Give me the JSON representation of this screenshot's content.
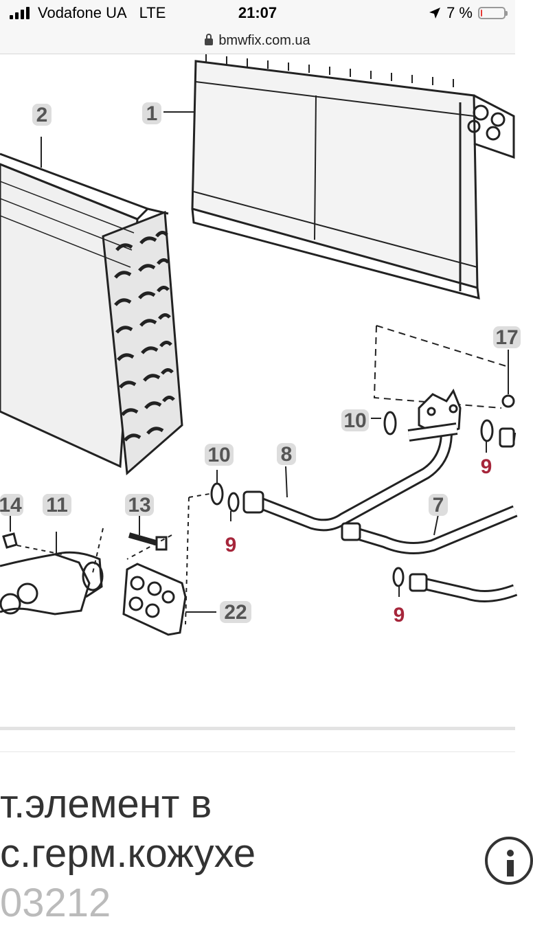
{
  "status_bar": {
    "carrier": "Vodafone UA",
    "network": "LTE",
    "time": "21:07",
    "battery_percent": "7 %",
    "battery_level": 0.07
  },
  "browser": {
    "url": "bmwfix.com.ua"
  },
  "diagram": {
    "callouts": {
      "c1": "1",
      "c2": "2",
      "c7": "7",
      "c8": "8",
      "c9a": "9",
      "c9b": "9",
      "c9c": "9",
      "c10a": "10",
      "c10b": "10",
      "c11": "11",
      "c13": "13",
      "c14": "14",
      "c17": "17",
      "c22": "22"
    }
  },
  "caption": {
    "line1": "т.элемент в",
    "line2": "с.герм.кожухе",
    "line3": "03212"
  },
  "colors": {
    "accent_red": "#a6263b",
    "battery_low": "#e53935"
  }
}
